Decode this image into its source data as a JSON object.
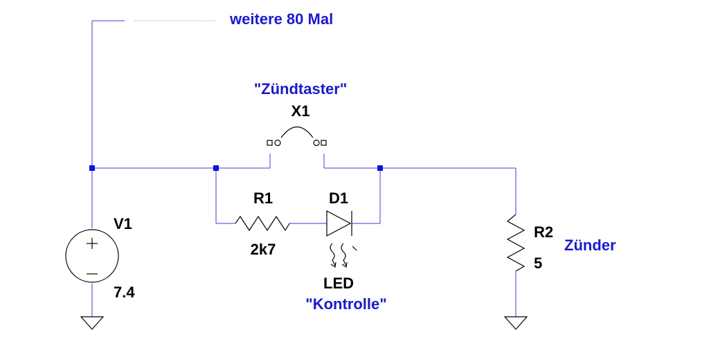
{
  "schematic": {
    "note_repeat": "weitere 80 Mal",
    "switch": {
      "ref": "X1",
      "comment": "\"Zündtaster\""
    },
    "resistor1": {
      "ref": "R1",
      "value": "2k7"
    },
    "diode": {
      "ref": "D1",
      "type": "LED",
      "comment": "\"Kontrolle\""
    },
    "source": {
      "ref": "V1",
      "value": "7.4"
    },
    "resistor2": {
      "ref": "R2",
      "value": "5",
      "comment": "Zünder"
    },
    "colors": {
      "wire": "#3b3bd6",
      "junction": "#1010e0",
      "label_blue": "#1a1acc",
      "label_black": "#000000"
    }
  }
}
